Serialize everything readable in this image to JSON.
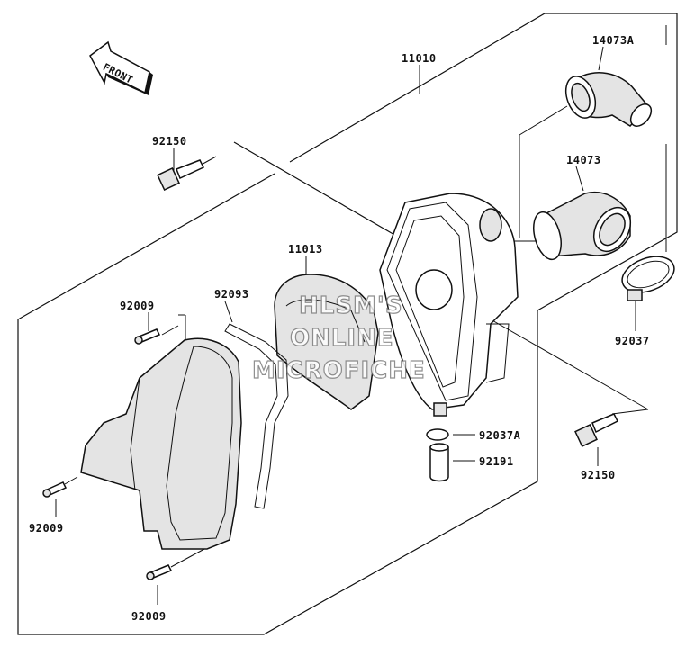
{
  "diagram": {
    "front_arrow_text": "FRONT",
    "watermark": {
      "line1": "HLSM'S",
      "line2": "ONLINE",
      "line3": "MICROFICHE"
    },
    "parts": [
      {
        "id": "p11010",
        "label": "11010"
      },
      {
        "id": "p14073A",
        "label": "14073A"
      },
      {
        "id": "p92150a",
        "label": "92150"
      },
      {
        "id": "p14073",
        "label": "14073"
      },
      {
        "id": "p11013",
        "label": "11013"
      },
      {
        "id": "p92093",
        "label": "92093"
      },
      {
        "id": "p92009a",
        "label": "92009"
      },
      {
        "id": "p92037",
        "label": "92037"
      },
      {
        "id": "p92037A",
        "label": "92037A"
      },
      {
        "id": "p92191",
        "label": "92191"
      },
      {
        "id": "p92150b",
        "label": "92150"
      },
      {
        "id": "p92009b",
        "label": "92009"
      },
      {
        "id": "p92009c",
        "label": "92009"
      }
    ]
  }
}
